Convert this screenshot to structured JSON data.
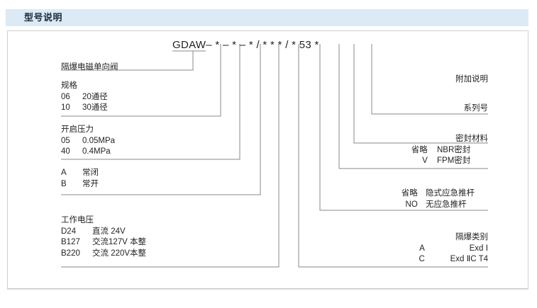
{
  "header": {
    "title": "型号说明"
  },
  "model_code": {
    "brand": "GDAW",
    "segments": [
      "–",
      "*",
      "–",
      "*",
      "–",
      "*",
      "/",
      "*",
      "*",
      "*",
      "/",
      "*",
      "53",
      "*"
    ],
    "display": "GDAW– * – * – * / *   *   * / *  53 *"
  },
  "left_labels": [
    {
      "name": "product-type",
      "lines": [
        "隔爆电磁单向阀"
      ]
    },
    {
      "name": "specification",
      "heading": "规格",
      "lines": [
        {
          "code": "06",
          "desc": "20通径"
        },
        {
          "code": "10",
          "desc": "30通径"
        }
      ]
    },
    {
      "name": "opening-pressure",
      "heading": "开启压力",
      "lines": [
        {
          "code": "05",
          "desc": "0.05MPa"
        },
        {
          "code": "40",
          "desc": "0.4MPa"
        }
      ]
    },
    {
      "name": "valve-state",
      "heading": "",
      "lines": [
        {
          "code": "A",
          "desc": "常闭"
        },
        {
          "code": "B",
          "desc": "常开"
        }
      ]
    },
    {
      "name": "working-voltage",
      "heading": "工作电压",
      "lines": [
        {
          "code": "D24",
          "desc": "直流 24V"
        },
        {
          "code": "B127",
          "desc": "交流127V 本整"
        },
        {
          "code": "B220",
          "desc": "交流 220V本整"
        }
      ]
    }
  ],
  "right_labels": [
    {
      "name": "additional-notes",
      "heading": "附加说明",
      "lines": []
    },
    {
      "name": "series-number",
      "heading": "系列号",
      "lines": []
    },
    {
      "name": "seal-material",
      "heading": "密封材料",
      "lines": [
        {
          "code": "省略",
          "desc": "NBR密封"
        },
        {
          "code": "V",
          "desc": "FPM密封"
        }
      ]
    },
    {
      "name": "emergency-push-rod",
      "heading": "",
      "lines": [
        {
          "code": "省略",
          "desc": "隐式应急推杆"
        },
        {
          "code": "NO",
          "desc": "无应急推杆"
        }
      ]
    },
    {
      "name": "explosion-proof-class",
      "heading": "隔爆类别",
      "lines": [
        {
          "code": "A",
          "desc": "Exd Ⅰ"
        },
        {
          "code": "C",
          "desc": "Exd ⅡC T4"
        }
      ]
    }
  ],
  "colors": {
    "title_bg": "#dceaf6",
    "title_text": "#1b2a3a",
    "body_text": "#231f20",
    "line": "#8a8a8a",
    "border": "#cfcfcf"
  }
}
